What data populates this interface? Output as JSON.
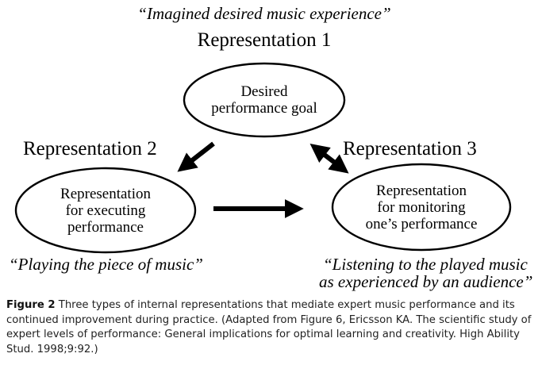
{
  "figure": {
    "top_quote": "“Imagined desired music experience”",
    "representations": [
      {
        "title": "Representation 1",
        "node_lines": [
          "Desired",
          "performance goal"
        ],
        "quote_lines": []
      },
      {
        "title": "Representation 2",
        "node_lines": [
          "Representation",
          "for executing",
          "performance"
        ],
        "quote_lines": [
          "“Playing the piece of music”"
        ]
      },
      {
        "title": "Representation 3",
        "node_lines": [
          "Representation",
          "for monitoring",
          "one’s performance"
        ],
        "quote_lines": [
          "“Listening to the played music",
          "as experienced by an audience”"
        ]
      }
    ],
    "arrows": [
      {
        "from": "Representation 1",
        "to": "Representation 2",
        "style": "single-headed"
      },
      {
        "from": "Representation 2",
        "to": "Representation 3",
        "style": "single-headed"
      },
      {
        "from": "Representation 1",
        "to": "Representation 3",
        "style": "double-headed"
      }
    ]
  },
  "caption": {
    "label": "Figure 2",
    "text": " Three types of internal representations that mediate expert music performance and its continued improvement during practice. (Adapted from Figure 6, Ericsson KA. The scientific study of expert levels of performance: General implications for optimal learning and creativity. High Ability Stud. 1998;9:92.)"
  }
}
